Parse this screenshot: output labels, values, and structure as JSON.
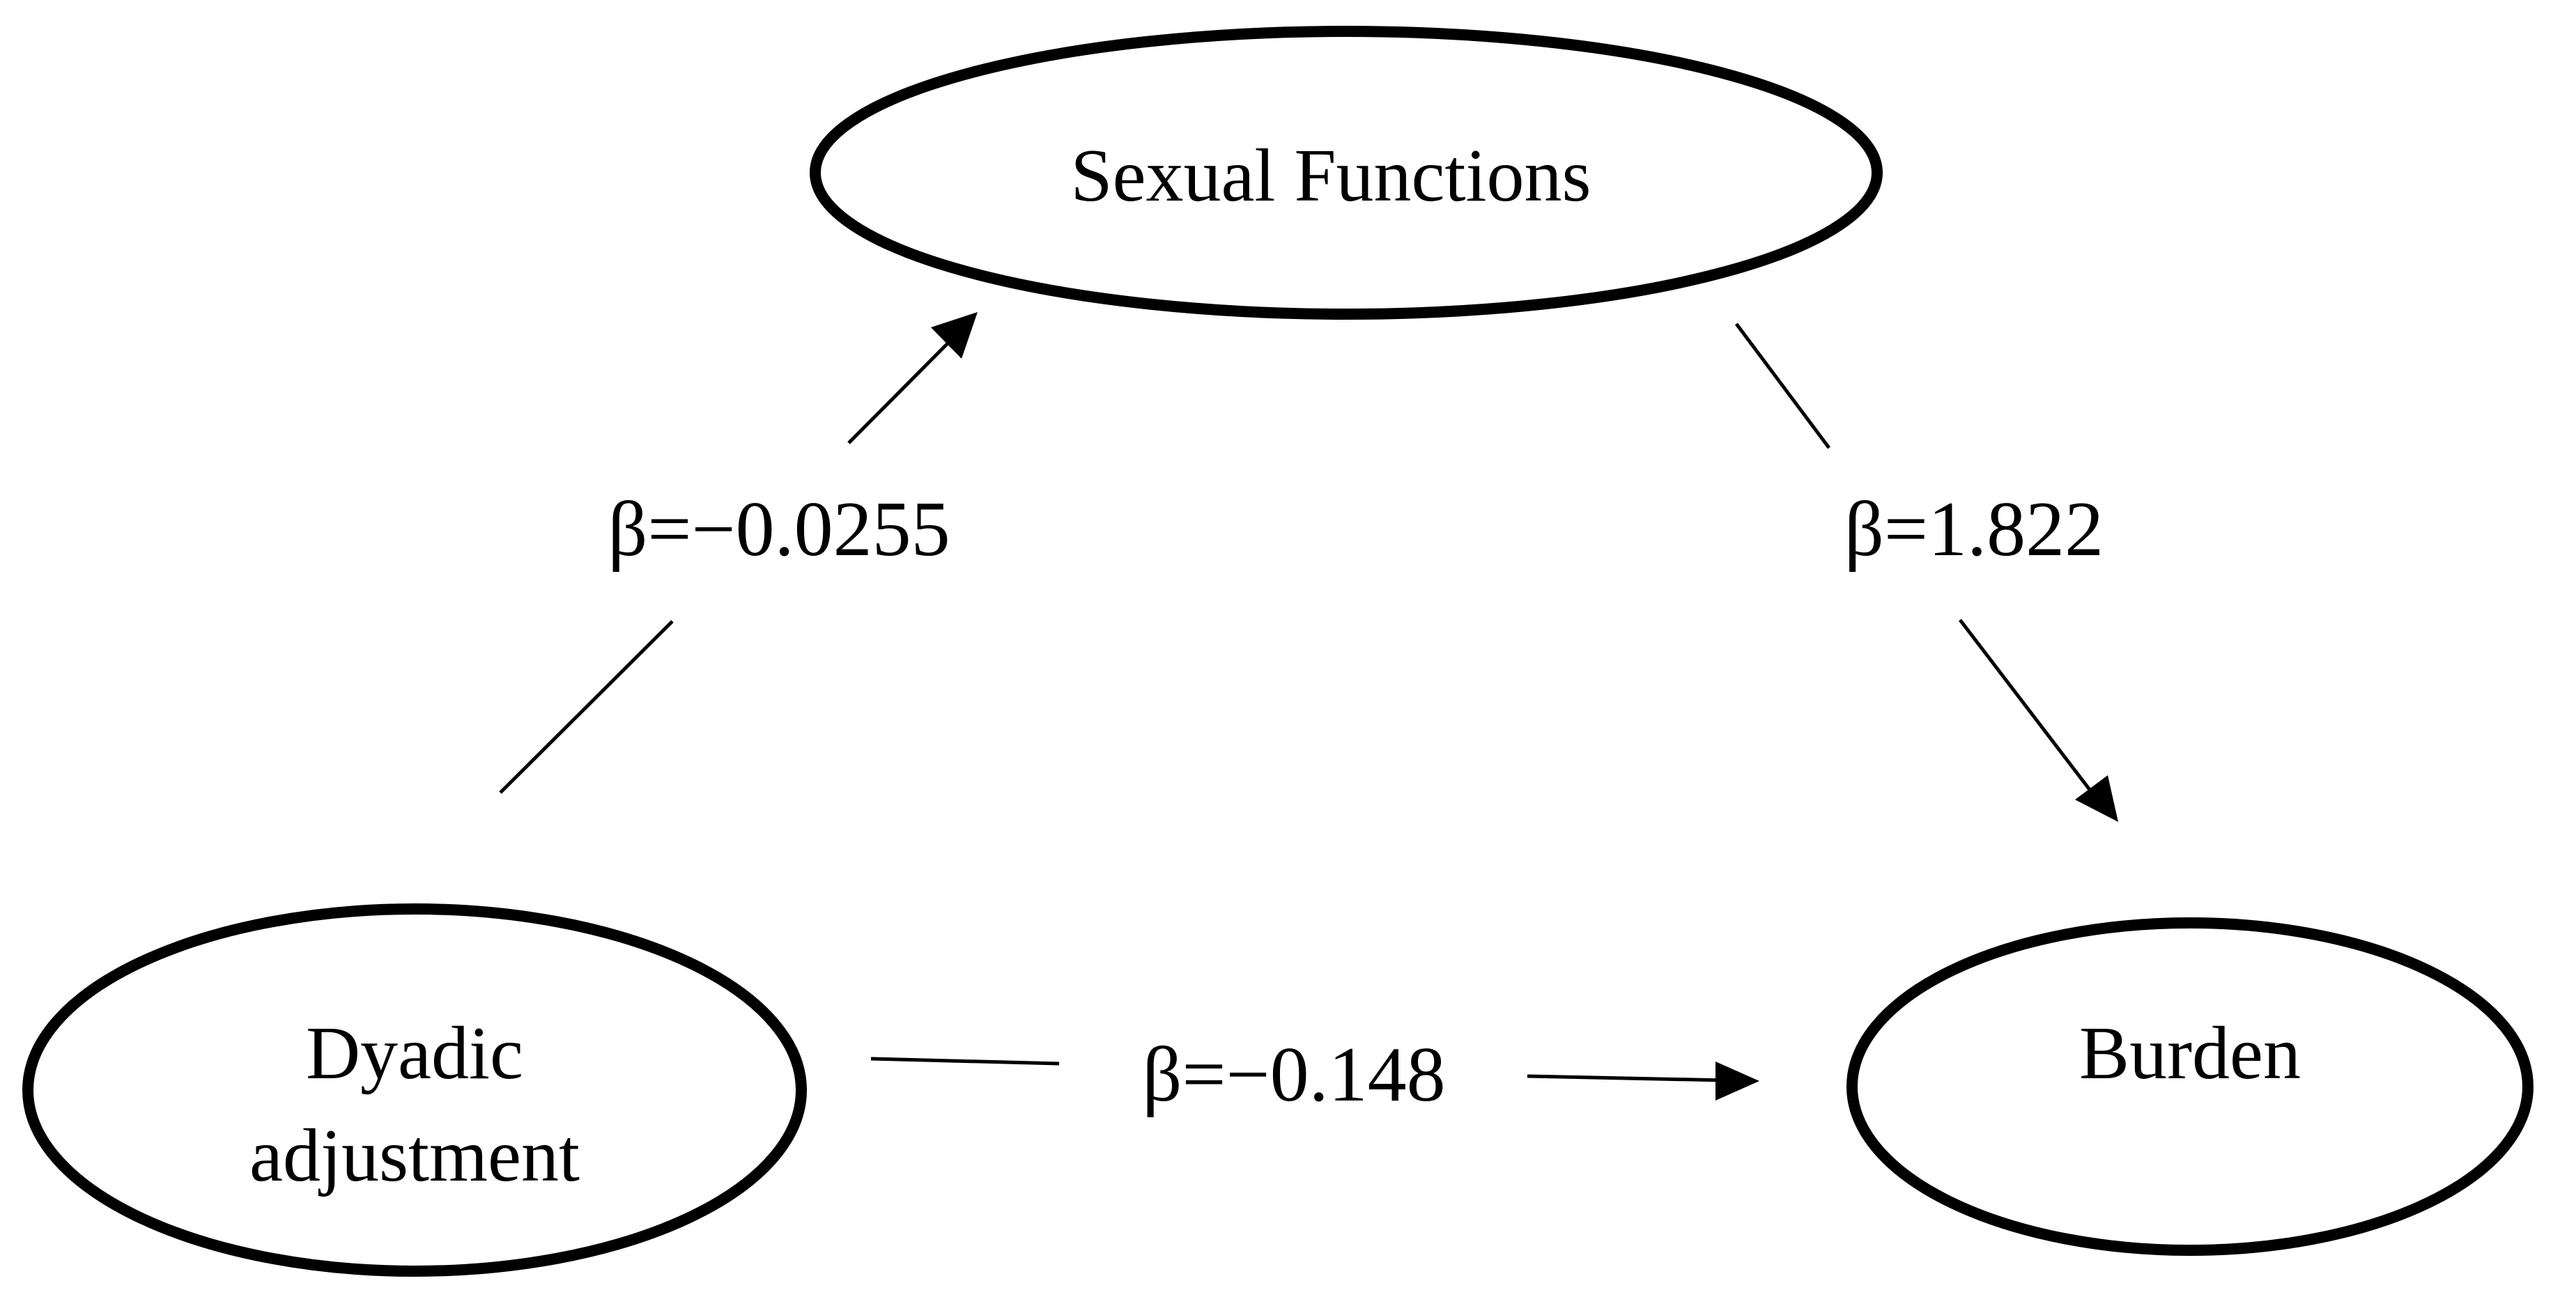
{
  "nodes": {
    "sexual_functions": {
      "label": "Sexual Functions"
    },
    "dyadic_adjustment": {
      "label_line1": "Dyadic",
      "label_line2": "adjustment"
    },
    "burden": {
      "label": "Burden"
    }
  },
  "paths": {
    "dyadic_to_sexual": {
      "coefficient": "β=−0.0255"
    },
    "sexual_to_burden": {
      "coefficient": "β=1.822"
    },
    "dyadic_to_burden": {
      "coefficient": "β=−0.148"
    }
  },
  "colors": {
    "stroke": "#000000",
    "background": "#ffffff"
  }
}
